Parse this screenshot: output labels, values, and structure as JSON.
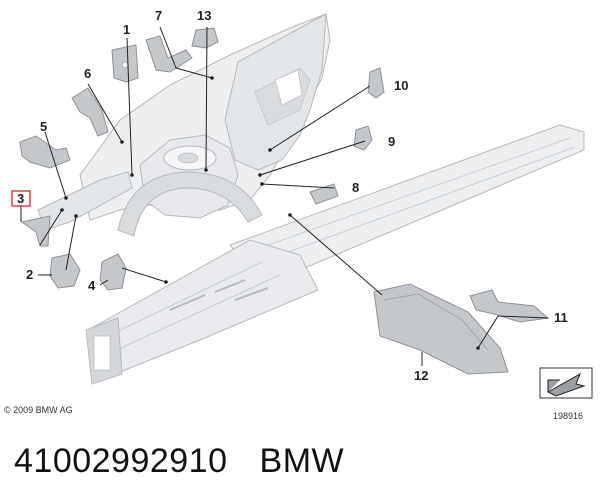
{
  "callouts": [
    {
      "label": "1"
    },
    {
      "label": "7"
    },
    {
      "label": "13"
    },
    {
      "label": "6"
    },
    {
      "label": "10"
    },
    {
      "label": "5"
    },
    {
      "label": "9"
    },
    {
      "label": "3",
      "highlight_color": "#e0303a"
    },
    {
      "label": "8"
    },
    {
      "label": "2"
    },
    {
      "label": "4"
    },
    {
      "label": "11"
    },
    {
      "label": "12"
    }
  ],
  "copyright": "© 2009 BMW AG",
  "image_number": "198916",
  "part_number": "41002992910",
  "brand": "BMW",
  "colors": {
    "part_light": "#eceef0",
    "part_mid": "#d9dcdf",
    "part_shade": "#c4c8cc",
    "part_outline": "#b6babe",
    "leader": "#222222"
  }
}
